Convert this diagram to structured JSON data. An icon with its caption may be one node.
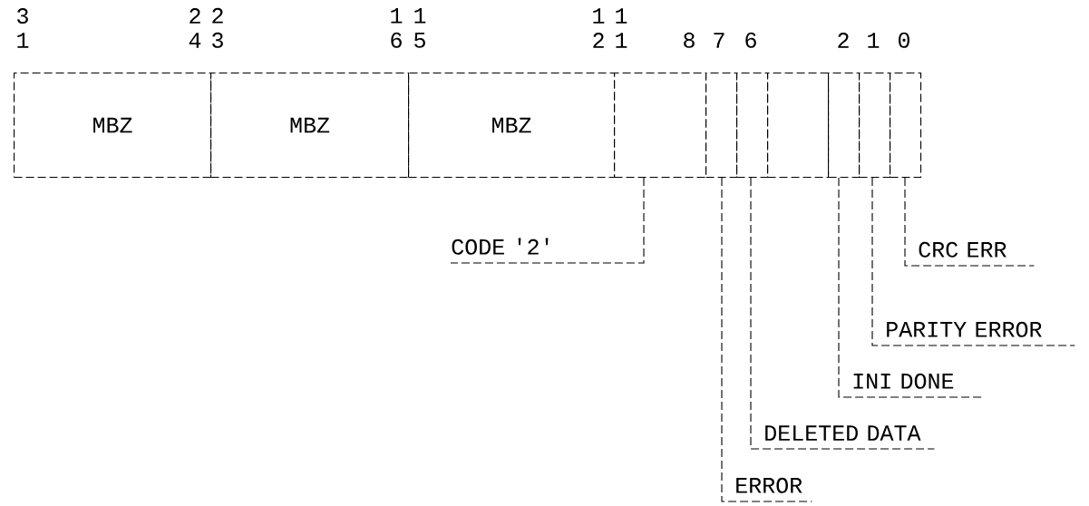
{
  "diagram": {
    "nodes": [
      {
        "text": [
          "MBZ"
        ]
      },
      {
        "text": [
          "MBZ"
        ]
      },
      {
        "text": [
          "MBZ"
        ]
      },
      {
        "text": [],
        "shape": "box"
      },
      {
        "text": [],
        "shape": "box"
      },
      {
        "text": [],
        "shape": "box"
      },
      {
        "text": [],
        "shape": "box"
      },
      {
        "text": [],
        "shape": "box"
      },
      {
        "text": [],
        "shape": "box"
      },
      {
        "text": [],
        "shape": "box"
      },
      {
        "text": [
          "CODE '2'"
        ]
      },
      {
        "text": [
          "CRC ERR"
        ]
      },
      {
        "text": [
          "PARITY ERROR"
        ]
      },
      {
        "text": [
          "INI DONE"
        ]
      },
      {
        "text": [
          "DELETED DATA"
        ]
      },
      {
        "text": [
          "ERROR"
        ]
      }
    ],
    "edges": [
      {
        "from": 10,
        "to": 3,
        "arrow": "none"
      },
      {
        "from": 11,
        "to": 9,
        "arrow": "none"
      },
      {
        "from": 12,
        "to": 8,
        "arrow": "none"
      },
      {
        "from": 13,
        "to": 7,
        "arrow": "none"
      },
      {
        "from": 14,
        "to": 5,
        "arrow": "none"
      },
      {
        "from": 15,
        "to": 4,
        "arrow": "none"
      }
    ],
    "labels": [
      "3 1",
      "2 4",
      "2 3",
      "1 6",
      "1 5",
      "1 2",
      "1 1",
      "8",
      "7",
      "6",
      "2",
      "1",
      "0"
    ]
  }
}
